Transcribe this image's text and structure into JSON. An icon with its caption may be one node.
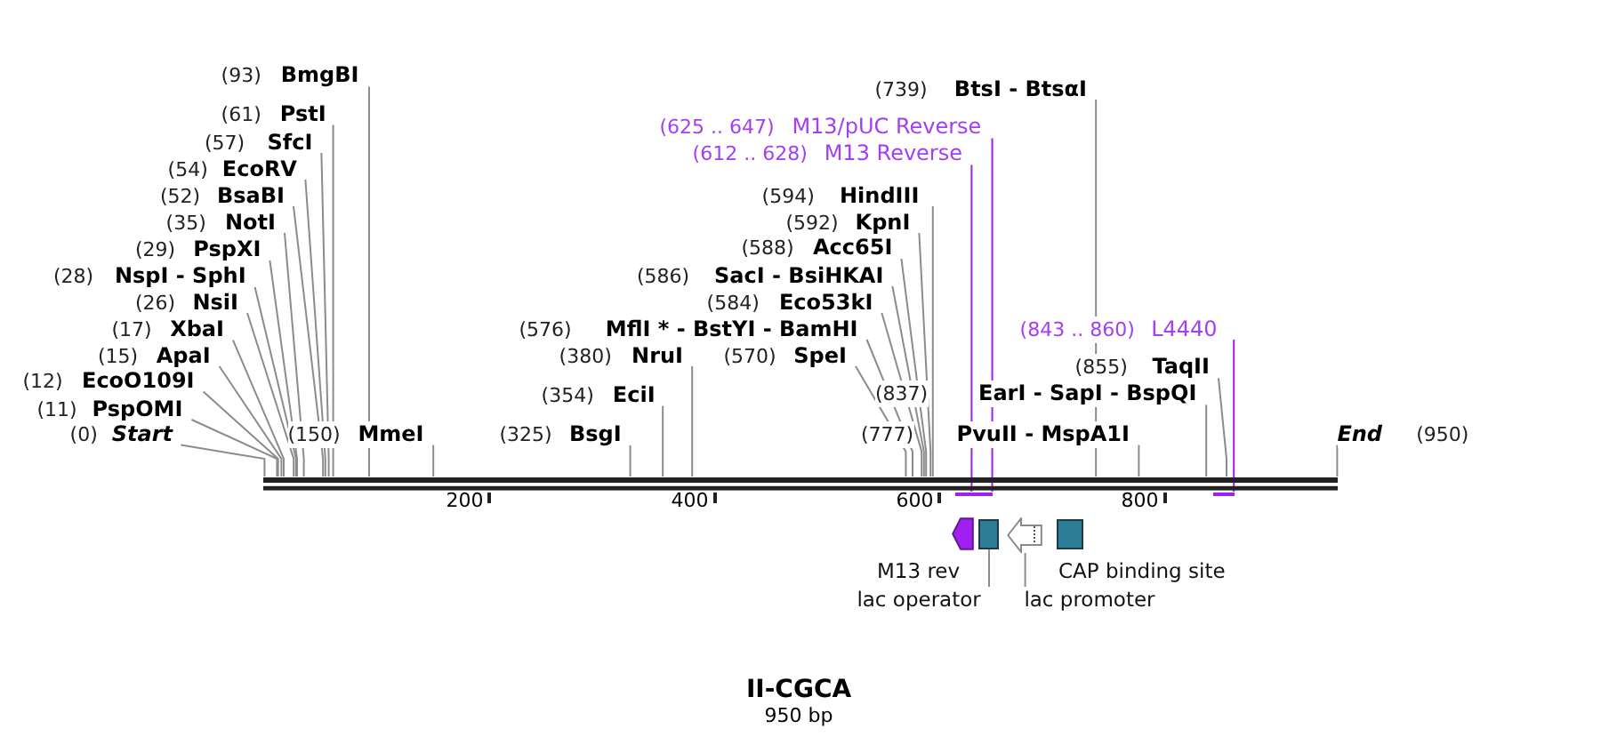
{
  "diagram": {
    "title": "II-CGCA",
    "nodes": [
      {
        "text": [
          "(0)",
          "Start"
        ]
      },
      {
        "text": [
          "(11)",
          "PspOMI"
        ]
      },
      {
        "text": [
          "(12)",
          "EcoO109I"
        ]
      },
      {
        "text": [
          "(15)",
          "ApaI"
        ]
      },
      {
        "text": [
          "(17)",
          "XbaI"
        ]
      },
      {
        "text": [
          "(26)",
          "NsiI"
        ]
      },
      {
        "text": [
          "(28)",
          "NspI - SphI"
        ]
      },
      {
        "text": [
          "(29)",
          "PspXI"
        ]
      },
      {
        "text": [
          "(35)",
          "NotI"
        ]
      },
      {
        "text": [
          "(52)",
          "BsaBI"
        ]
      },
      {
        "text": [
          "(54)",
          "EcoRV"
        ]
      },
      {
        "text": [
          "(57)",
          "SfcI"
        ]
      },
      {
        "text": [
          "(61)",
          "PstI"
        ]
      },
      {
        "text": [
          "(93)",
          "BmgBI"
        ]
      },
      {
        "text": [
          "(150)",
          "MmeI"
        ]
      },
      {
        "text": [
          "(325)",
          "BsgI"
        ]
      },
      {
        "text": [
          "(354)",
          "EciI"
        ]
      },
      {
        "text": [
          "(380)",
          "NruI"
        ]
      },
      {
        "text": [
          "(570)",
          "SpeI"
        ]
      },
      {
        "text": [
          "(576)",
          "MflI * - BstYI - BamHI"
        ]
      },
      {
        "text": [
          "(584)",
          "Eco53kI"
        ]
      },
      {
        "text": [
          "(586)",
          "SacI - BsiHKAI"
        ]
      },
      {
        "text": [
          "(588)",
          "Acc65I"
        ]
      },
      {
        "text": [
          "(592)",
          "KpnI"
        ]
      },
      {
        "text": [
          "(594)",
          "HindIII"
        ]
      },
      {
        "text": [
          "(612 .. 628)",
          "M13 Reverse"
        ]
      },
      {
        "text": [
          "(625 .. 647)",
          "M13/pUC Reverse"
        ]
      },
      {
        "text": [
          "(739)",
          "BtsI - BtsαI"
        ]
      },
      {
        "text": [
          "(777)",
          "PvuII - MspA1I"
        ]
      },
      {
        "text": [
          "(837)",
          "EarI - SapI - BspQI"
        ]
      },
      {
        "text": [
          "(843 .. 860)",
          "L4440"
        ]
      },
      {
        "text": [
          "(855)",
          "TaqII"
        ]
      },
      {
        "text": [
          "End",
          "(950)"
        ]
      },
      {
        "text": [],
        "shape": "bar"
      },
      {
        "text": [],
        "shape": "bar"
      },
      {
        "text": [],
        "shape": "bar"
      },
      {
        "text": [],
        "shape": "bar"
      },
      {
        "text": [],
        "shape": "arrow",
        "beside": [
          "M13 rev"
        ]
      },
      {
        "text": [],
        "shape": "box"
      },
      {
        "text": [],
        "shape": "arrow"
      },
      {
        "text": [],
        "shape": "box",
        "beside": [
          "CAP binding site"
        ]
      },
      {
        "text": [
          "lac operator"
        ]
      },
      {
        "text": [
          "lac promoter"
        ]
      }
    ],
    "edges": [
      {
        "from": 0,
        "to": 33,
        "arrow": "none"
      },
      {
        "from": 1,
        "to": 33,
        "arrow": "none"
      },
      {
        "from": 2,
        "to": 33,
        "arrow": "none"
      },
      {
        "from": 3,
        "to": 33,
        "arrow": "none"
      },
      {
        "from": 4,
        "to": 33,
        "arrow": "none"
      },
      {
        "from": 5,
        "to": 33,
        "arrow": "none"
      },
      {
        "from": 6,
        "to": 33,
        "arrow": "none"
      },
      {
        "from": 7,
        "to": 33,
        "arrow": "none"
      },
      {
        "from": 8,
        "to": 33,
        "arrow": "none"
      },
      {
        "from": 9,
        "to": 33,
        "arrow": "none"
      },
      {
        "from": 10,
        "to": 33,
        "arrow": "none"
      },
      {
        "from": 11,
        "to": 33,
        "arrow": "none"
      },
      {
        "from": 12,
        "to": 33,
        "arrow": "none"
      },
      {
        "from": 13,
        "to": 33,
        "arrow": "none"
      },
      {
        "from": 14,
        "to": 33,
        "arrow": "none"
      },
      {
        "from": 15,
        "to": 33,
        "arrow": "none"
      },
      {
        "from": 16,
        "to": 33,
        "arrow": "none"
      },
      {
        "from": 17,
        "to": 33,
        "arrow": "none"
      },
      {
        "from": 18,
        "to": 33,
        "arrow": "none"
      },
      {
        "from": 19,
        "to": 33,
        "arrow": "none"
      },
      {
        "from": 20,
        "to": 33,
        "arrow": "none"
      },
      {
        "from": 21,
        "to": 33,
        "arrow": "none"
      },
      {
        "from": 22,
        "to": 33,
        "arrow": "none"
      },
      {
        "from": 23,
        "to": 33,
        "arrow": "none"
      },
      {
        "from": 24,
        "to": 33,
        "arrow": "none"
      },
      {
        "from": 25,
        "to": 34,
        "arrow": "none",
        "color": "#a020f0"
      },
      {
        "from": 26,
        "to": 35,
        "arrow": "none",
        "color": "#a020f0"
      },
      {
        "from": 27,
        "to": 33,
        "arrow": "none"
      },
      {
        "from": 28,
        "to": 33,
        "arrow": "none"
      },
      {
        "from": 29,
        "to": 33,
        "arrow": "none"
      },
      {
        "from": 30,
        "to": 36,
        "arrow": "none",
        "color": "#a020f0"
      },
      {
        "from": 31,
        "to": 33,
        "arrow": "none"
      },
      {
        "from": 32,
        "to": 33,
        "arrow": "none"
      },
      {
        "from": 41,
        "to": 38,
        "arrow": "none"
      },
      {
        "from": 42,
        "to": 39,
        "arrow": "none"
      }
    ],
    "labels": [
      "200",
      "400",
      "600",
      "800",
      "950 bp"
    ]
  }
}
